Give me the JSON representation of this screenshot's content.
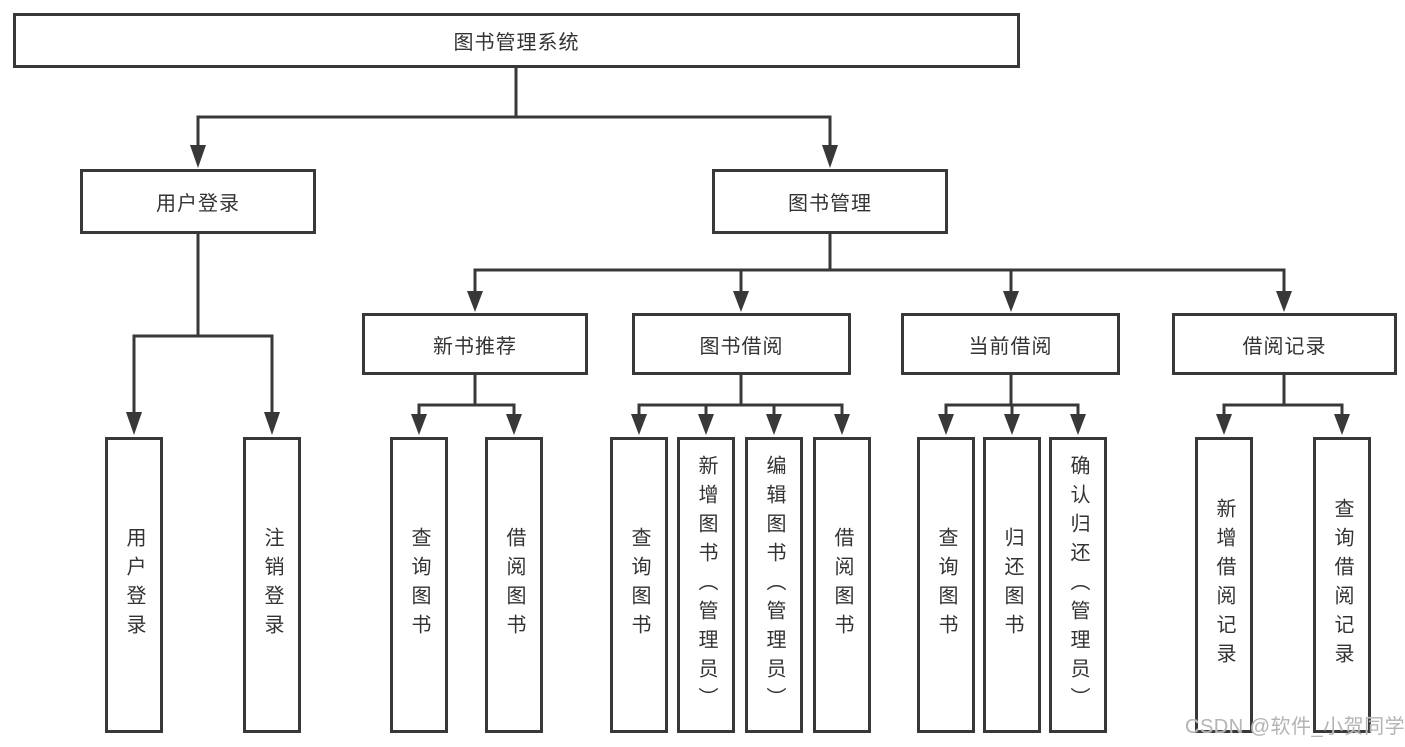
{
  "diagram": {
    "type": "hierarchy-tree",
    "title": "图书管理系统",
    "nodes": {
      "root": "图书管理系统",
      "user_login": "用户登录",
      "book_mgmt": "图书管理",
      "new_book_rec": "新书推荐",
      "book_borrow": "图书借阅",
      "current_borrow": "当前借阅",
      "borrow_records": "借阅记录",
      "ul_login": "用户登录",
      "ul_logout": "注销登录",
      "nb_query": "查询图书",
      "nb_borrow": "借阅图书",
      "bb_query": "查询图书",
      "bb_add": "新增图书（管理员）",
      "bb_edit": "编辑图书（管理员）",
      "bb_borrow": "借阅图书",
      "cb_query": "查询图书",
      "cb_return": "归还图书",
      "cb_confirm": "确认归还（管理员）",
      "br_add": "新增借阅记录",
      "br_query": "查询借阅记录"
    },
    "hierarchy": {
      "图书管理系统": {
        "用户登录": [
          "用户登录",
          "注销登录"
        ],
        "图书管理": {
          "新书推荐": [
            "查询图书",
            "借阅图书"
          ],
          "图书借阅": [
            "查询图书",
            "新增图书（管理员）",
            "编辑图书（管理员）",
            "借阅图书"
          ],
          "当前借阅": [
            "查询图书",
            "归还图书",
            "确认归还（管理员）"
          ],
          "借阅记录": [
            "新增借阅记录",
            "查询借阅记录"
          ]
        }
      }
    },
    "colors": {
      "line": "#383838",
      "text": "#333333",
      "watermark": "#b4b4b4",
      "background": "#ffffff"
    },
    "watermark": "CSDN @软件_小贺同学"
  }
}
